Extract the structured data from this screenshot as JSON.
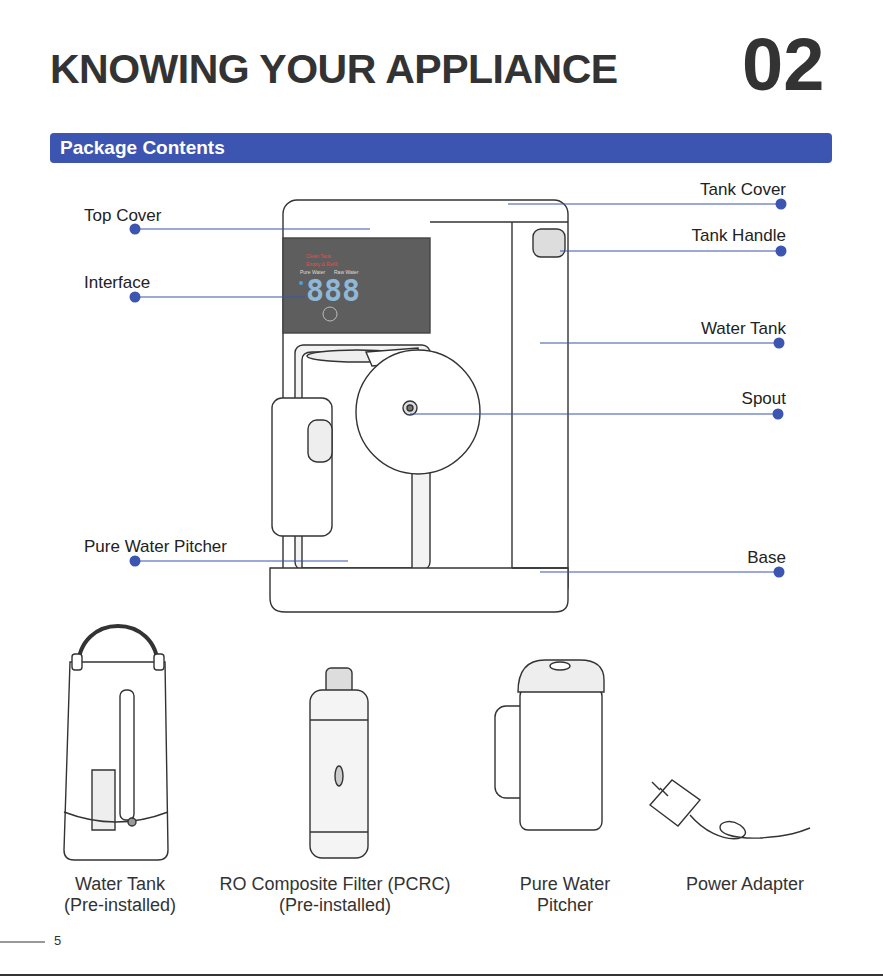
{
  "diagram": {
    "title": "KNOWING YOUR APPLIANCE",
    "nodes": [
      {
        "text": [
          "Package Contents"
        ]
      }
    ],
    "labels": [
      "02",
      "Top Cover",
      "Interface",
      "Pure Water Pitcher",
      "Tank Cover",
      "Tank Handle",
      "Water Tank",
      "Spout",
      "Base",
      "Clean Tank",
      "Empty & Refill",
      "Pure Water",
      "Raw Water",
      "888",
      "Water Tank (Pre-installed)",
      "RO Composite Filter (PCRC) (Pre-installed)",
      "Pure Water Pitcher",
      "Power Adapter",
      "5"
    ]
  }
}
